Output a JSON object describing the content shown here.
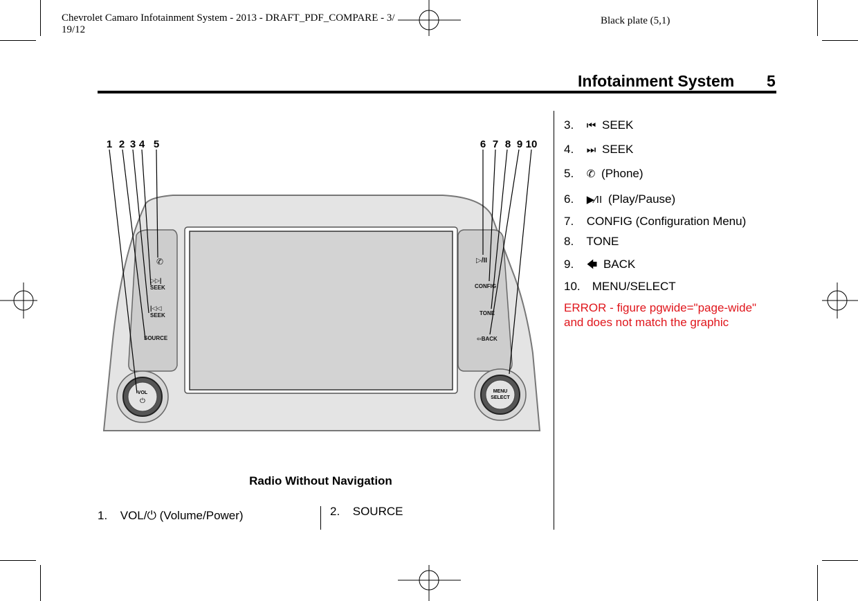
{
  "header": {
    "doc_line1": "Chevrolet Camaro Infotainment System - 2013 - DRAFT_PDF_COMPARE - 3/",
    "doc_line2": "19/12",
    "plate": "Black plate (5,1)",
    "section_title": "Infotainment System",
    "page_number": "5"
  },
  "figure": {
    "callouts": [
      "1",
      "2",
      "3",
      "4",
      "5",
      "6",
      "7",
      "8",
      "9",
      "10"
    ],
    "left_controls": {
      "phone_symbol": "✆",
      "seek_next_symbol": "▷▷|",
      "seek_prev_symbol": "|◁◁",
      "seek_label": "SEEK",
      "source_label": "SOURCE"
    },
    "right_controls": {
      "play_pause_symbol": "▷/II",
      "config_label": "CONFIG",
      "tone_label": "TONE",
      "back_label": "⇦BACK"
    },
    "knob_left": {
      "line1": "VOL",
      "symbol": "⏻"
    },
    "knob_right": {
      "line1": "MENU",
      "line2": "SELECT"
    },
    "caption": "Radio Without Navigation"
  },
  "list_left": [
    {
      "num": "1.",
      "icon": "",
      "text": "VOL/⏻ (Volume/Power)"
    },
    {
      "num": "2.",
      "icon": "",
      "text": "SOURCE"
    }
  ],
  "list_right": [
    {
      "num": "3.",
      "icon": "⏮",
      "text": "SEEK"
    },
    {
      "num": "4.",
      "icon": "⏭",
      "text": "SEEK"
    },
    {
      "num": "5.",
      "icon": "✆",
      "text": "(Phone)"
    },
    {
      "num": "6.",
      "icon": "▶⁄II",
      "text": "(Play/Pause)"
    },
    {
      "num": "7.",
      "icon": "",
      "text": "CONFIG (Configuration Menu)"
    },
    {
      "num": "8.",
      "icon": "",
      "text": " TONE"
    },
    {
      "num": "9.",
      "icon": "🡄",
      "text": "BACK"
    },
    {
      "num": "10.",
      "icon": "",
      "text": "MENU/SELECT"
    }
  ],
  "error_note": "ERROR - figure pgwide=\"page-wide\" and does not match the graphic",
  "colors": {
    "error": "#e0161c",
    "panel": "#e4e4e4",
    "screen": "#d3d3d3"
  }
}
